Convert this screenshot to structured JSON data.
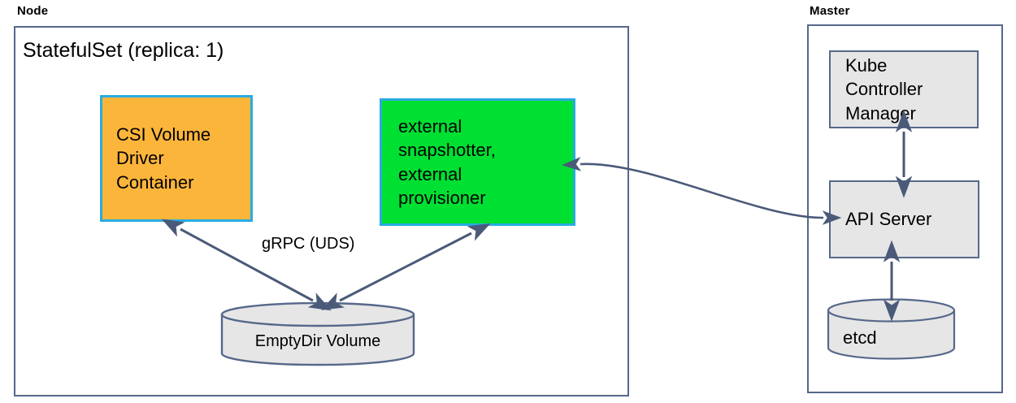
{
  "diagram": {
    "title": "CSI StatefulSet deployment topology",
    "colors": {
      "node_border": "#56688a",
      "master_border": "#56688a",
      "csi_driver_fill": "#fcb53b",
      "external_fill": "#00e033",
      "component_border": "#29abe2",
      "grey_fill": "#e6e6e6",
      "connector": "#4a5a78",
      "background": "#ffffff"
    }
  },
  "node": {
    "label": "Node",
    "statefulset_title": "StatefulSet (replica: 1)",
    "components": {
      "csi_driver": "CSI Volume\nDriver\nContainer",
      "external_sidecars": "external\nsnapshotter,\nexternal\nprovisioner",
      "emptydir_volume": "EmptyDir Volume"
    },
    "edges": {
      "grpc_label": "gRPC (UDS)"
    }
  },
  "master": {
    "label": "Master",
    "components": {
      "kube_controller_manager": "Kube\nController\nManager",
      "api_server": "API Server",
      "etcd": "etcd"
    }
  }
}
